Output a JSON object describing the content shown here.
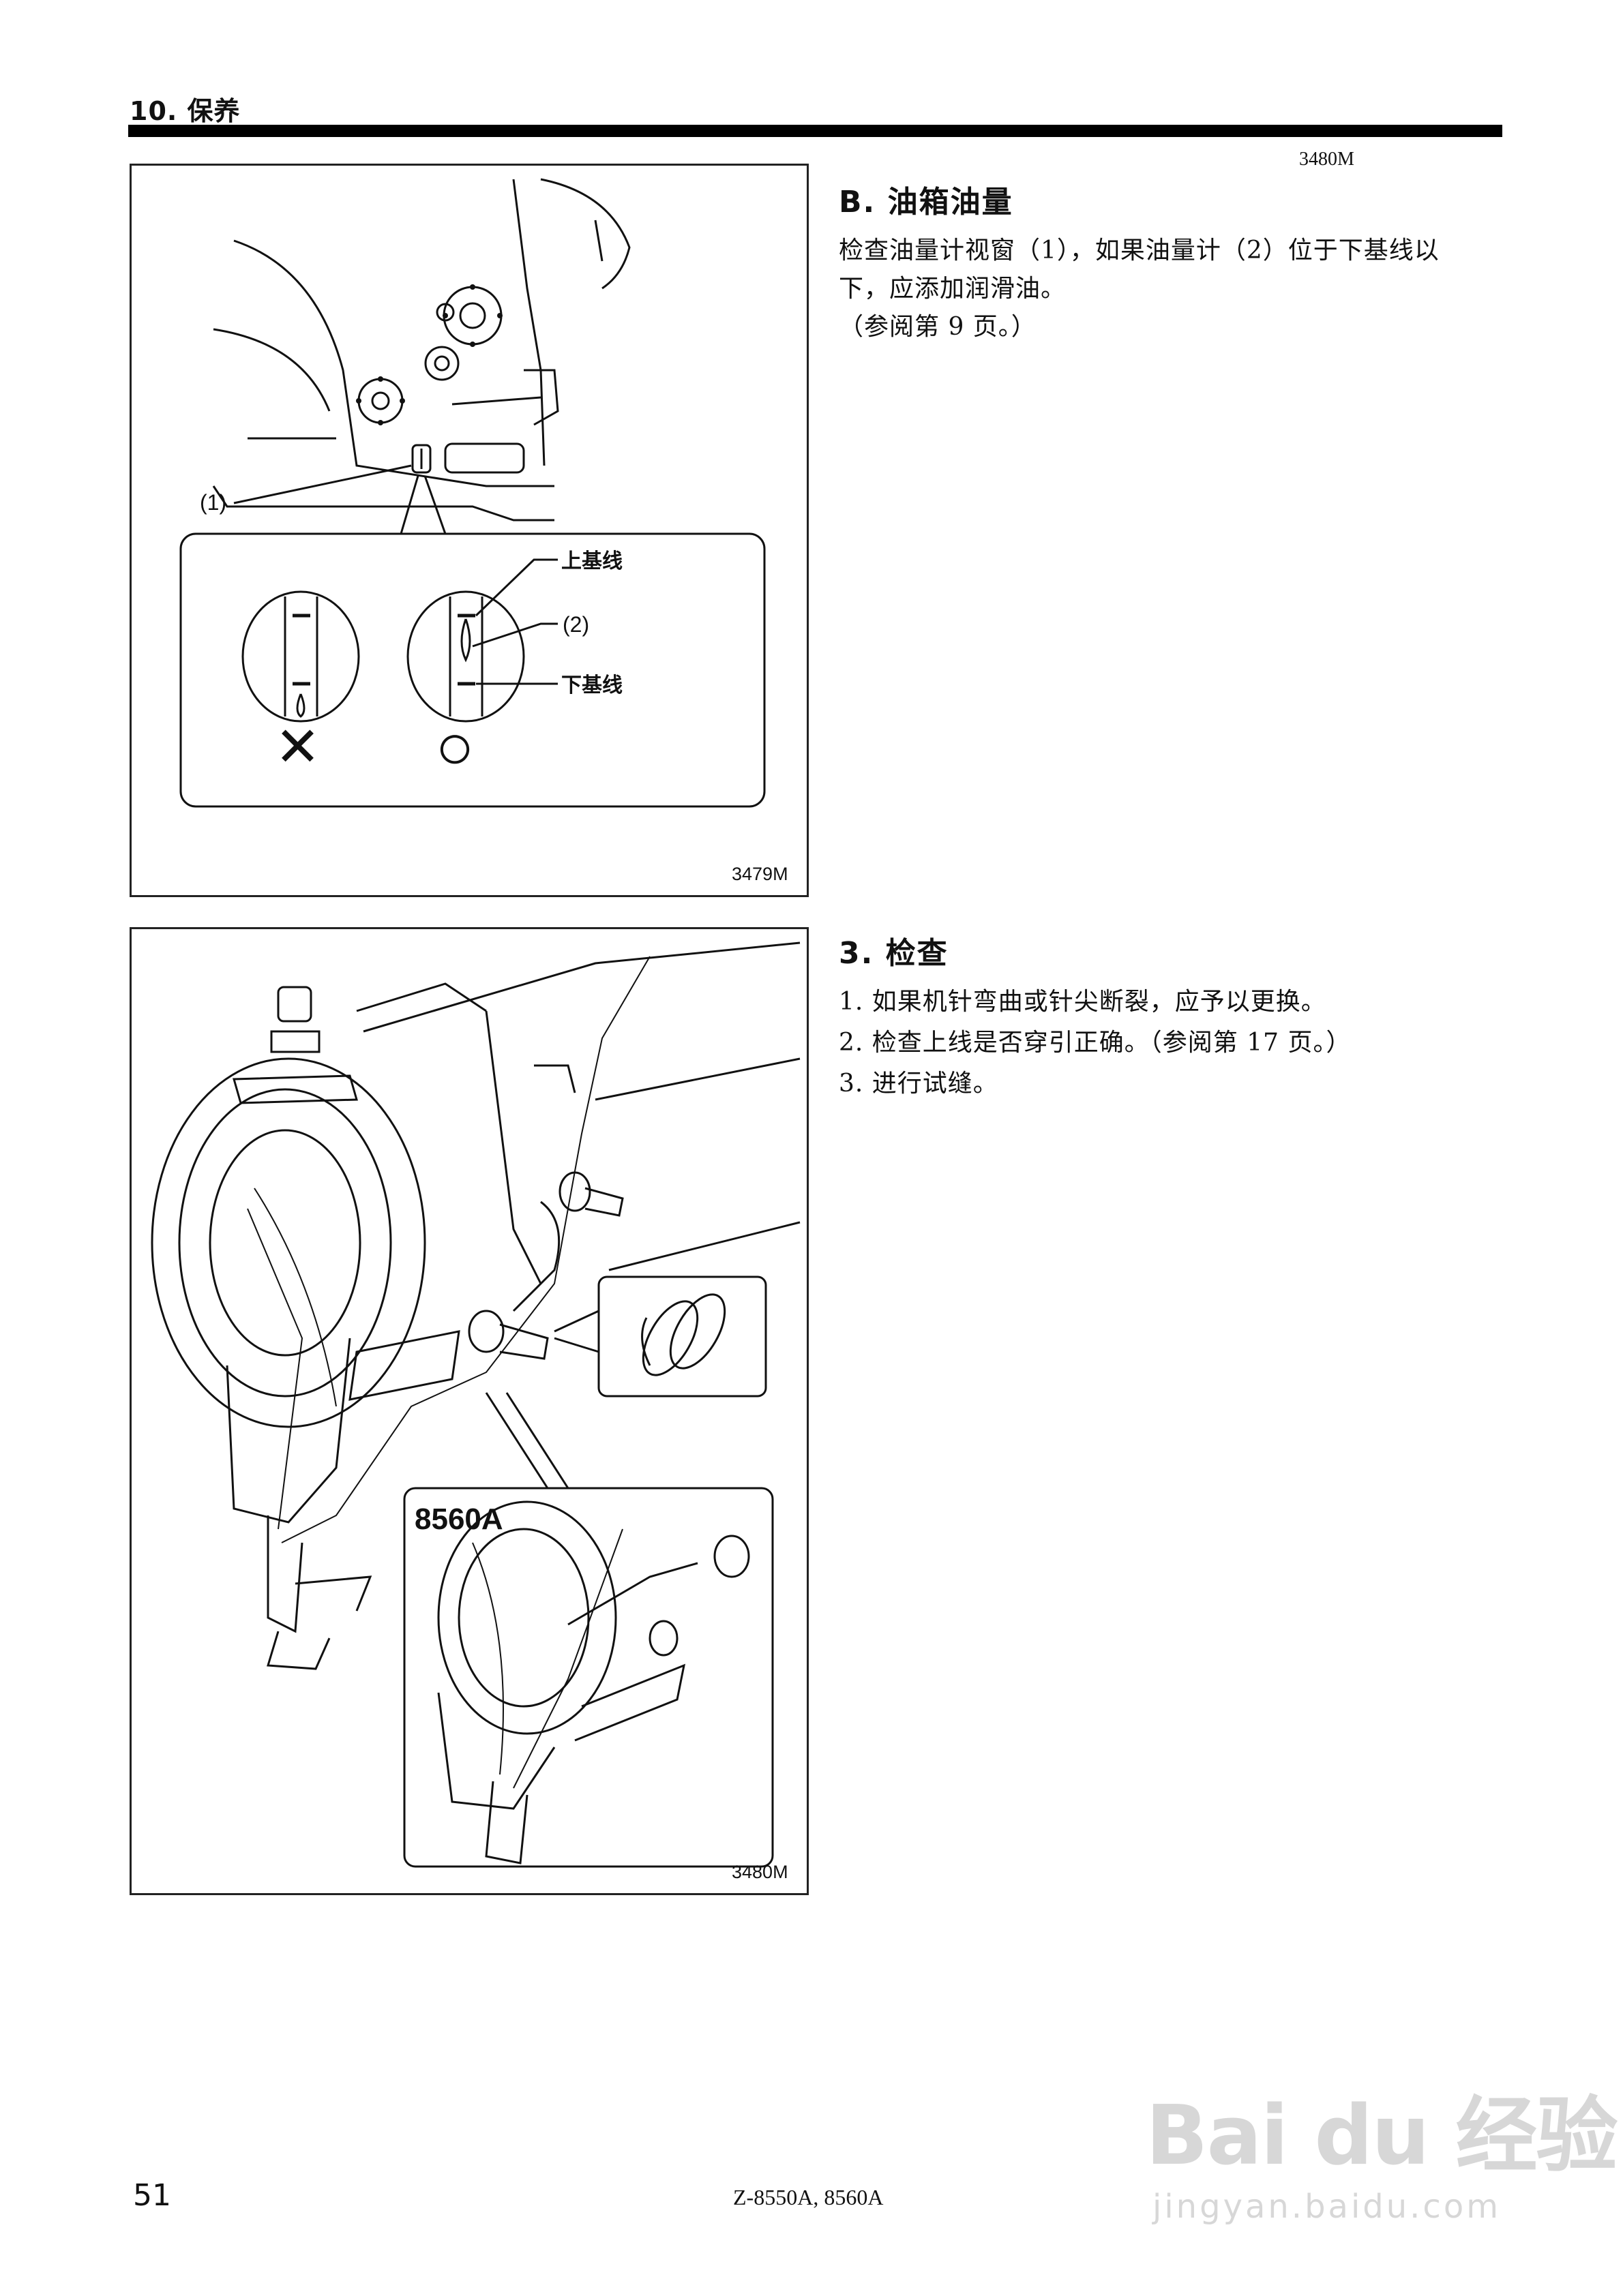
{
  "header": {
    "section_title": "10. 保养"
  },
  "top_code": "3480M",
  "section_b": {
    "heading": "B. 油箱油量",
    "lines": [
      "检查油量计视窗（1），如果油量计（2）位于下基线以",
      "下，应添加润滑油。",
      "（参阅第 9 页。）"
    ]
  },
  "figure1": {
    "code": "3479M",
    "callout_1": "(1)",
    "callout_2": "(2)",
    "upper_line_label": "上基线",
    "lower_line_label": "下基线",
    "wrong_mark": "✕",
    "right_mark": "○"
  },
  "section_3": {
    "heading": "3. 检查",
    "items": [
      "1. 如果机针弯曲或针尖断裂，应予以更换。",
      "2. 检查上线是否穿引正确。（参阅第 17 页。）",
      "3. 进行试缝。"
    ]
  },
  "figure2": {
    "code": "3480M",
    "inset_label": "8560A"
  },
  "footer": {
    "page_number": "51",
    "model": "Z-8550A, 8560A"
  },
  "watermark": {
    "main": "Bai du 经验",
    "sub": "jingyan.baidu.com"
  }
}
